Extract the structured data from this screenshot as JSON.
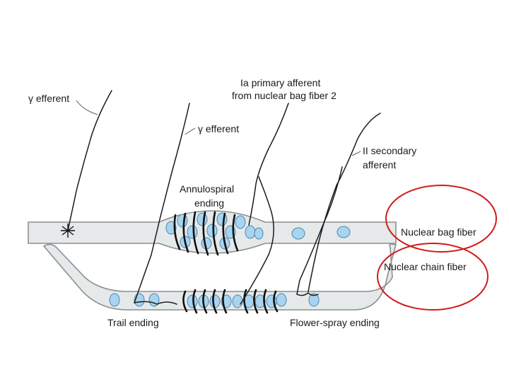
{
  "labels": {
    "gamma_efferent_1": "γ efferent",
    "gamma_efferent_2": "γ efferent",
    "ia_line1": "Ia primary afferent",
    "ia_line2": "from nuclear bag fiber 2",
    "ii_line1": "II secondary",
    "ii_line2": "afferent",
    "annulo_line1": "Annulospiral",
    "annulo_line2": "ending",
    "nuclear_bag": "Nuclear bag fiber",
    "nuclear_chain": "Nuclear chain fiber",
    "trail_ending": "Trail ending",
    "flower_spray": "Flower-spray ending"
  },
  "colors": {
    "fiber_fill": "#e6e9ea",
    "nucleus_fill": "#a8d4ef",
    "highlight": "#d11a1a"
  }
}
